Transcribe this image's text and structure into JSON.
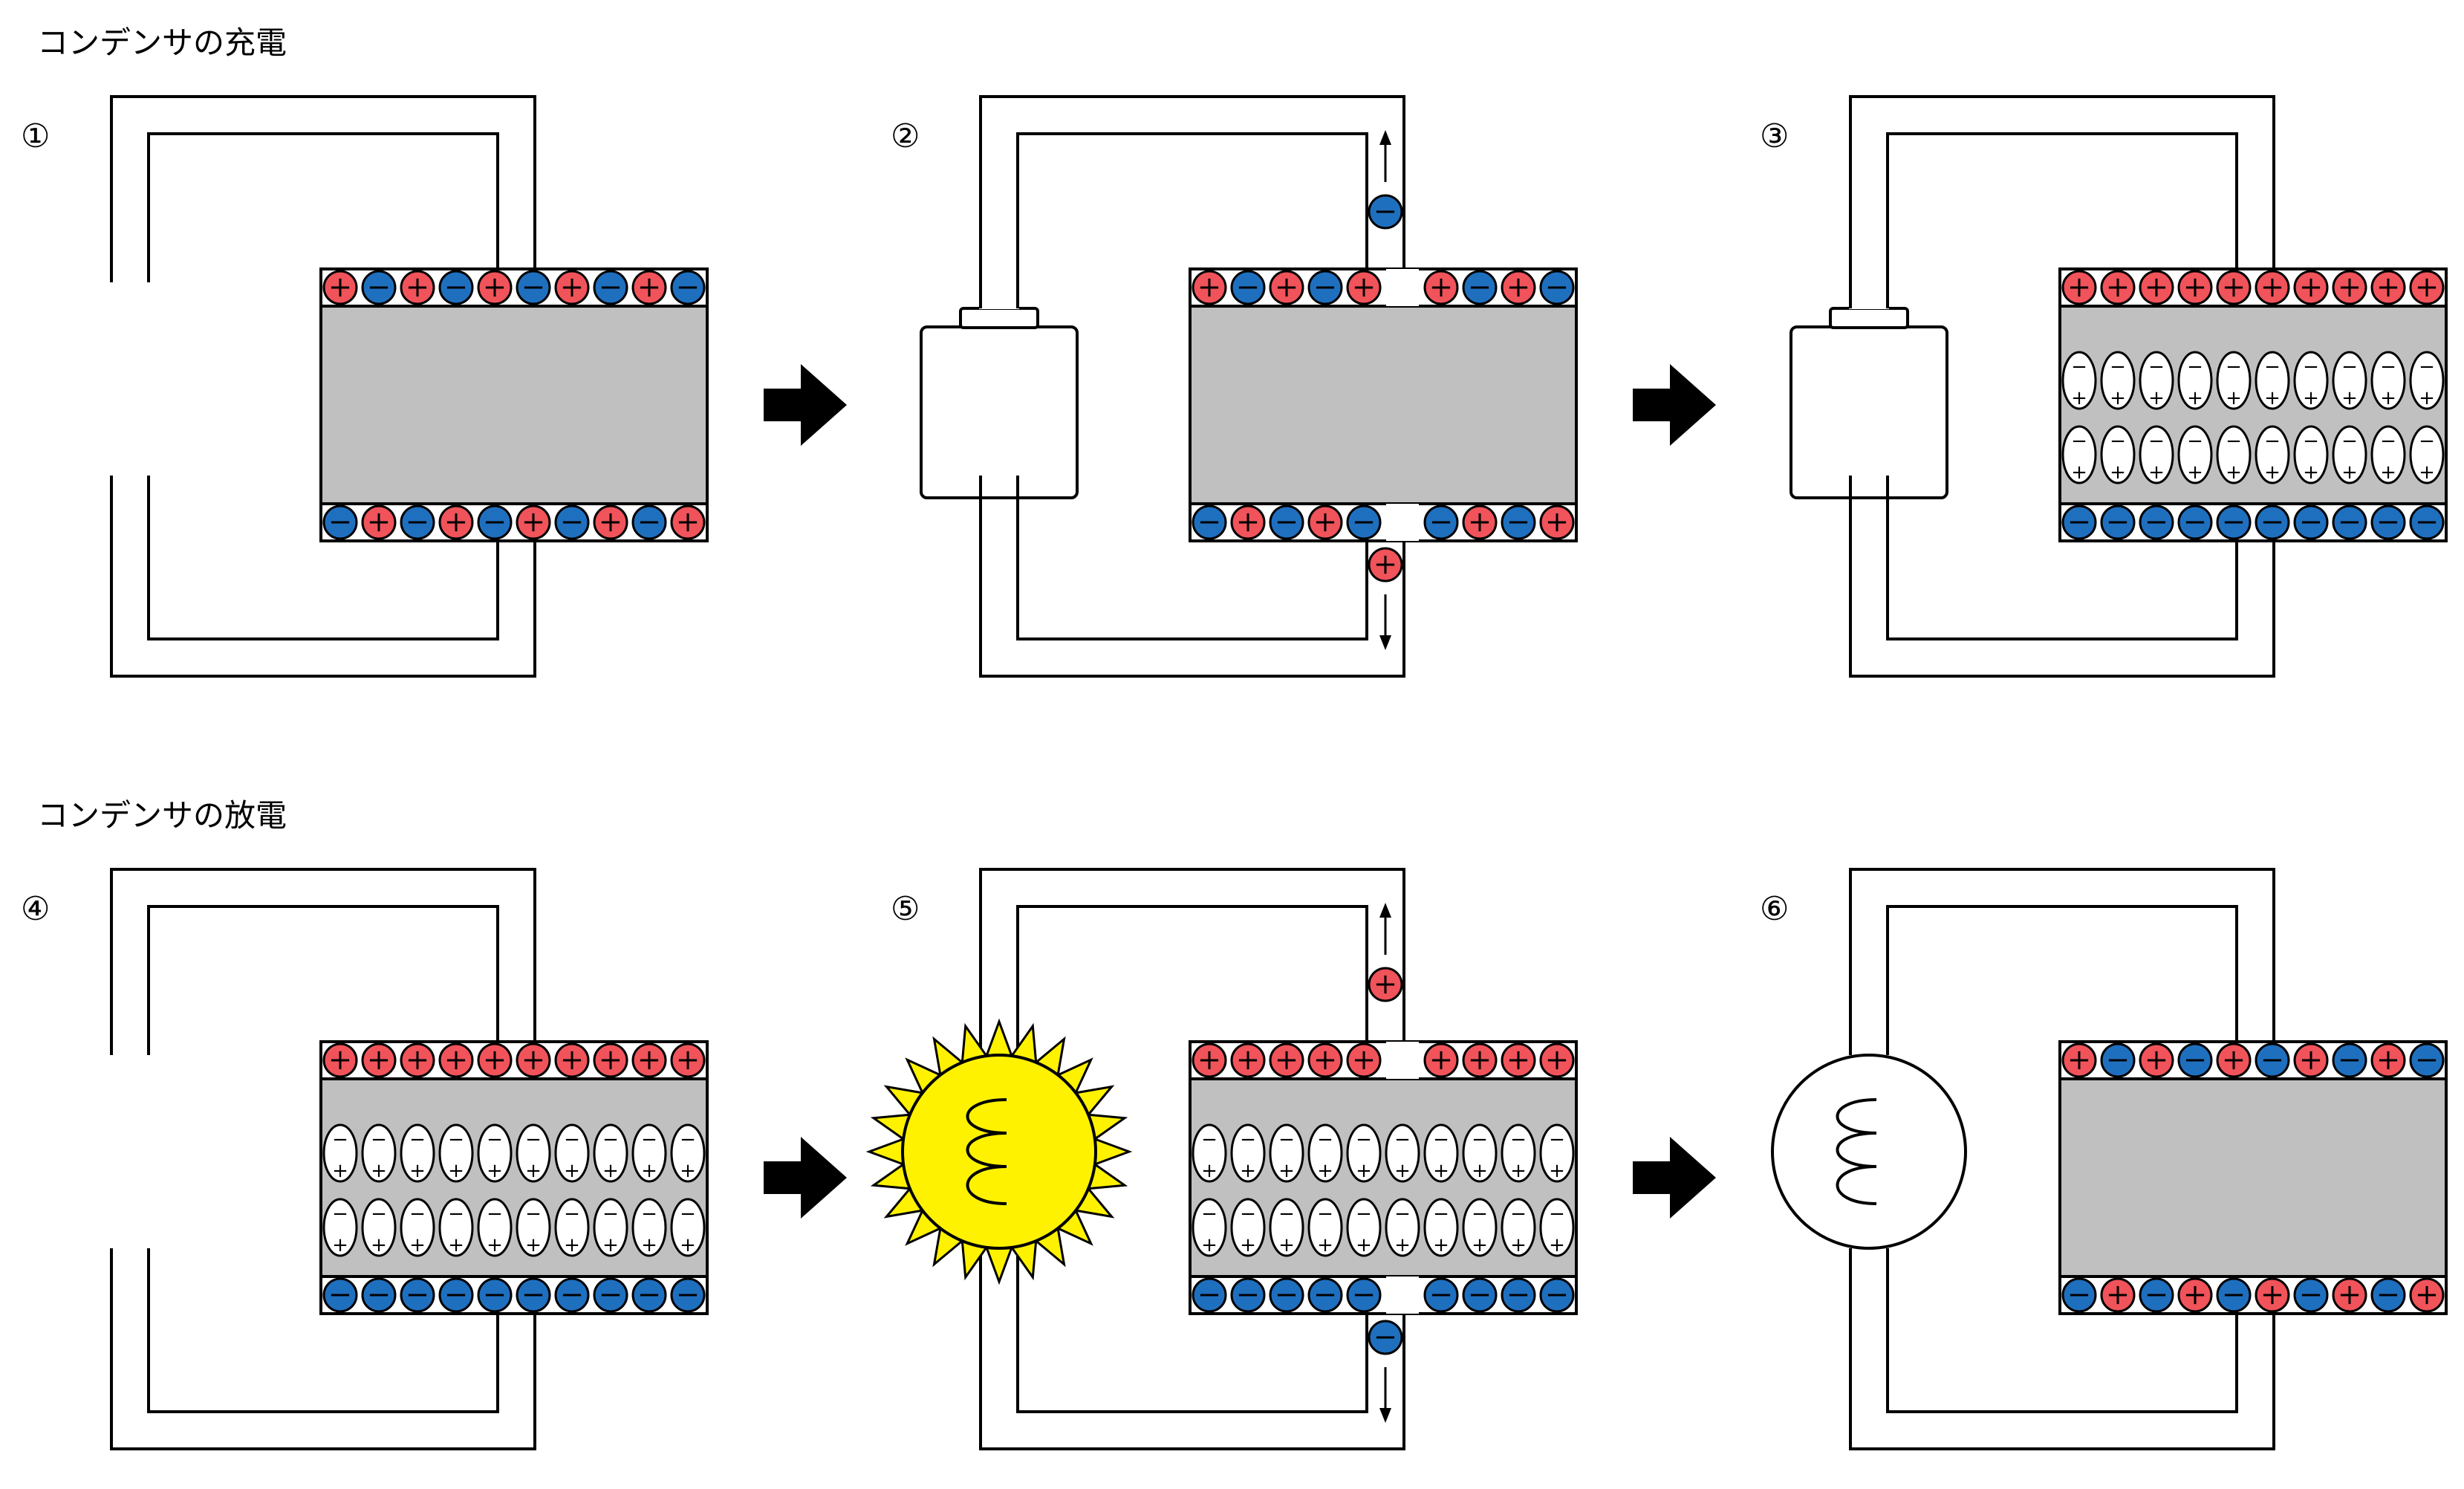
{
  "sections": {
    "charge_title": "コンデンサの充電",
    "discharge_title": "コンデンサの放電"
  },
  "steps": [
    {
      "label": "①",
      "source": "none",
      "battery_label": "",
      "top_plate": "mixed",
      "bottom_plate": "mixed",
      "dielectric": "empty",
      "moving_charges": "none"
    },
    {
      "label": "②",
      "source": "battery",
      "battery_label": "",
      "top_plate": "mixed",
      "bottom_plate": "mixed",
      "dielectric": "empty",
      "moving_charges": "minus-up-plus-down"
    },
    {
      "label": "③",
      "source": "battery",
      "battery_label": "",
      "top_plate": "all-positive",
      "bottom_plate": "all-negative",
      "dielectric": "polarized",
      "moving_charges": "none"
    },
    {
      "label": "④",
      "source": "none",
      "battery_label": "",
      "top_plate": "all-positive",
      "bottom_plate": "all-negative",
      "dielectric": "polarized",
      "moving_charges": "none"
    },
    {
      "label": "⑤",
      "source": "bulb-lit",
      "battery_label": "",
      "top_plate": "all-positive",
      "bottom_plate": "all-negative",
      "dielectric": "polarized",
      "moving_charges": "plus-up-minus-down"
    },
    {
      "label": "⑥",
      "source": "bulb-off",
      "battery_label": "",
      "top_plate": "mixed",
      "bottom_plate": "mixed",
      "dielectric": "empty",
      "moving_charges": "none"
    }
  ],
  "symbols": {
    "positive": "+",
    "negative": "−"
  },
  "colors": {
    "positive": "#f0535a",
    "negative": "#1f6fbf",
    "dielectric": "#c0c0c0",
    "bulb_glow": "#fff200",
    "arrow": "#000000"
  },
  "icons": [
    "right-arrow-icon",
    "battery-icon",
    "light-bulb-icon",
    "filament-icon"
  ]
}
